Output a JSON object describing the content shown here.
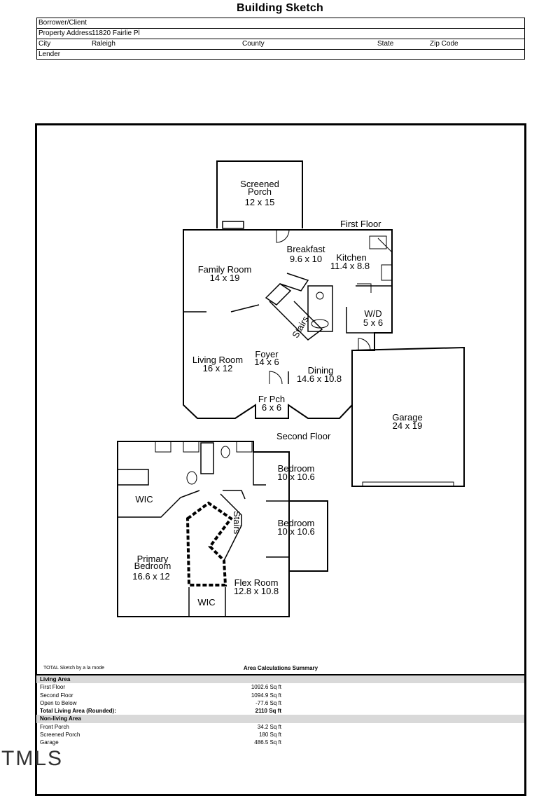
{
  "title": "Building Sketch",
  "header": {
    "borrower_label": "Borrower/Client",
    "borrower_value": "",
    "address_label": "Property Address",
    "address_value": "11820 Fairlie Pl",
    "city_label": "City",
    "city_value": "Raleigh",
    "county_label": "County",
    "state_label": "State",
    "zip_label": "Zip Code",
    "lender_label": "Lender"
  },
  "floor_labels": {
    "first": "First Floor",
    "second": "Second Floor"
  },
  "rooms": {
    "screened_porch": [
      "Screened",
      "Porch",
      "12 x 15"
    ],
    "family_room": [
      "Family Room",
      "14 x 19"
    ],
    "breakfast": [
      "Breakfast",
      "9.6 x 10"
    ],
    "kitchen": [
      "Kitchen",
      "11.4 x 8.8"
    ],
    "wd": [
      "W/D",
      "5 x 6"
    ],
    "stairs_first": "Stairs",
    "living_room": [
      "Living Room",
      "16 x 12"
    ],
    "foyer": [
      "Foyer",
      "14 x 6"
    ],
    "dining": [
      "Dining",
      "14.6 x 10.8"
    ],
    "front_porch": [
      "Fr Pch",
      "6 x 6"
    ],
    "garage": [
      "Garage",
      "24 x 19"
    ],
    "bedroom_1": [
      "Bedroom",
      "10 x 10.6"
    ],
    "bedroom_2": [
      "Bedroom",
      "10 x 10.6"
    ],
    "wic_1": "WIC",
    "wic_2": "WIC",
    "stairs_second": "Stairs",
    "primary_bedroom": [
      "Primary",
      "Bedroom",
      "16.6 x 12"
    ],
    "flex_room": [
      "Flex Room",
      "12.8 x 10.8"
    ]
  },
  "summary": {
    "credit": "TOTAL Sketch by a la mode",
    "title": "Area Calculations Summary",
    "living_header": "Living Area",
    "living_rows": [
      {
        "label": "First Floor",
        "value": "1092.6 Sq ft"
      },
      {
        "label": "Second Floor",
        "value": "1094.9 Sq ft"
      },
      {
        "label": "Open to Below",
        "value": "-77.6 Sq ft"
      }
    ],
    "total_label": "Total Living Area (Rounded):",
    "total_value": "2110 Sq ft",
    "nonliving_header": "Non-living Area",
    "nonliving_rows": [
      {
        "label": "Front Porch",
        "value": "34.2 Sq ft"
      },
      {
        "label": "Screened Porch",
        "value": "180 Sq ft"
      },
      {
        "label": "Garage",
        "value": "486.5 Sq ft"
      }
    ]
  },
  "watermark": "TMLS"
}
